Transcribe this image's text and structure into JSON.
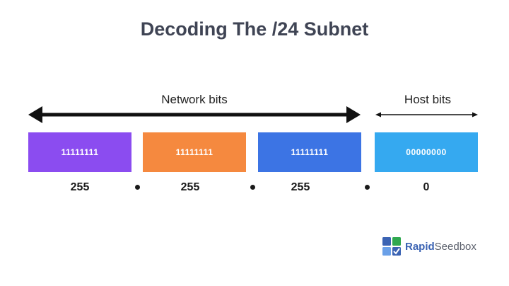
{
  "title": "Decoding The /24 Subnet",
  "labels": {
    "network": "Network bits",
    "host": "Host bits"
  },
  "octets": [
    {
      "binary": "11111111",
      "decimal": "255",
      "color": "#8b4cf0"
    },
    {
      "binary": "11111111",
      "decimal": "255",
      "color": "#f5893f"
    },
    {
      "binary": "11111111",
      "decimal": "255",
      "color": "#3c74e4"
    },
    {
      "binary": "00000000",
      "decimal": "0",
      "color": "#35a9f0"
    }
  ],
  "arrow_color": "#111111",
  "logo": {
    "part1": "Rapid",
    "part2": "Seedbox",
    "icon": "rapidseedbox-logo-icon",
    "colors": [
      "#3b63b3",
      "#2fa84f",
      "#6aa0e8"
    ]
  }
}
